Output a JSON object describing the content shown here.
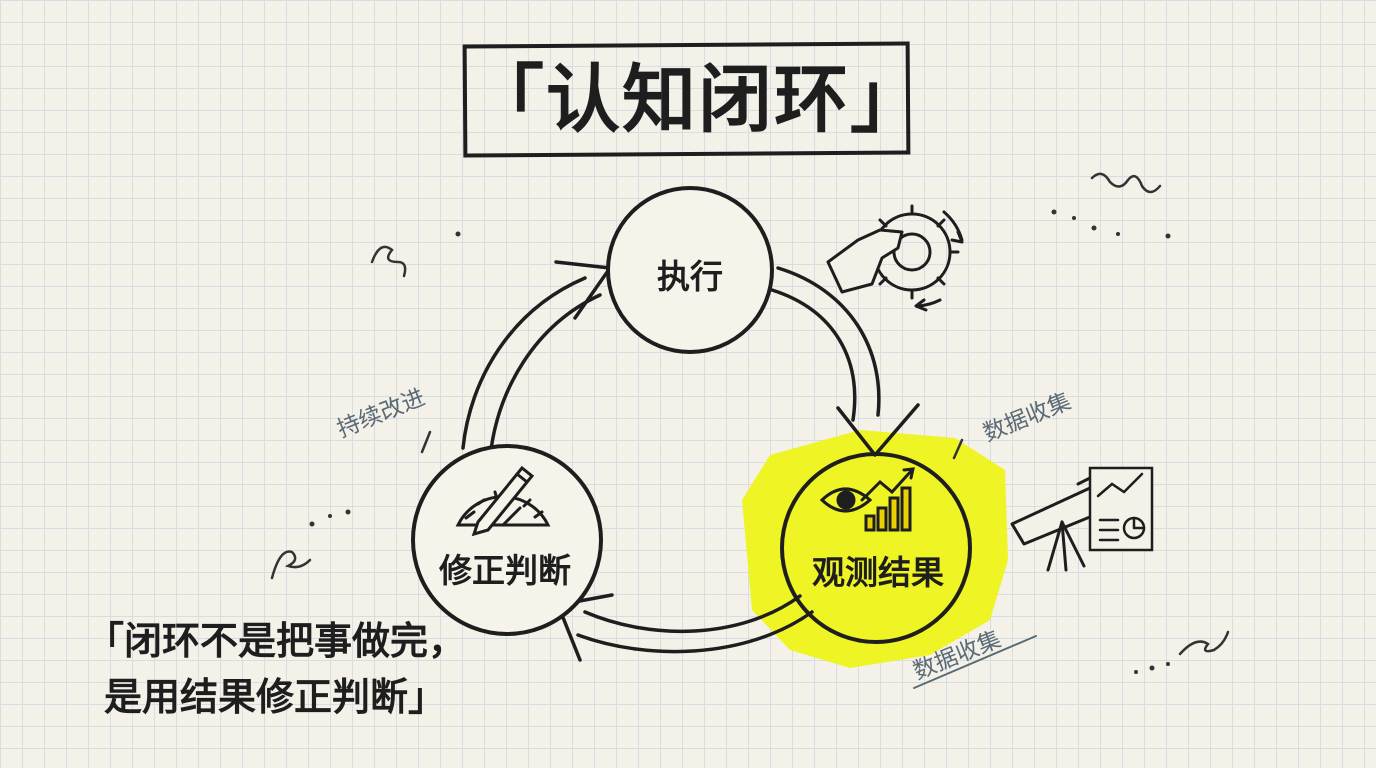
{
  "title": "「认知闭环」",
  "nodes": {
    "execute": "执行",
    "observe": "观测结果",
    "correct": "修正判断"
  },
  "labels": {
    "continuous_improvement": "持续改进",
    "data_collection_top": "数据收集",
    "data_collection_bottom": "数据收集"
  },
  "quote": {
    "line1": "「闭环不是把事做完，",
    "line2": "是用结果修正判断」"
  },
  "colors": {
    "ink": "#1e1e1e",
    "highlight": "#eef31a",
    "note": "#5a6a76"
  },
  "icons": [
    "hand-gear-icon",
    "eye-chart-icon",
    "pencil-gauge-icon",
    "telescope-icon",
    "presentation-board-icon"
  ]
}
